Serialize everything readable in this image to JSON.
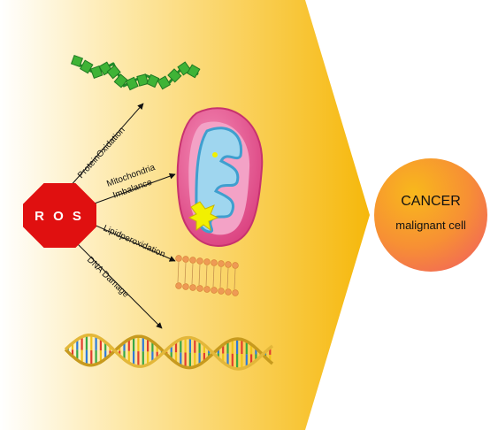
{
  "ros": {
    "label": "R O S",
    "color": "#e01010"
  },
  "labels": {
    "protein": "ProteinOxidation",
    "mito_line1": "Mitochondria",
    "mito_line2": "Imbalance",
    "lipid": "Lipidperoxidation",
    "dna": "DNA Damage"
  },
  "cancer": {
    "title": "CANCER",
    "subtitle": "malignant cell",
    "color_inner": "#f7a21a",
    "color_outer": "#f46a57"
  },
  "background": {
    "gradient_start": "#fffdf7",
    "gradient_end": "#f5b700"
  },
  "colors": {
    "protein_helix": "#3aa832",
    "mitochondria_outer": "#e9528f",
    "mitochondria_inner": "#5fb3d8",
    "lipid_head": "#f0a35a",
    "dna_backbone": "#c8a22a"
  }
}
